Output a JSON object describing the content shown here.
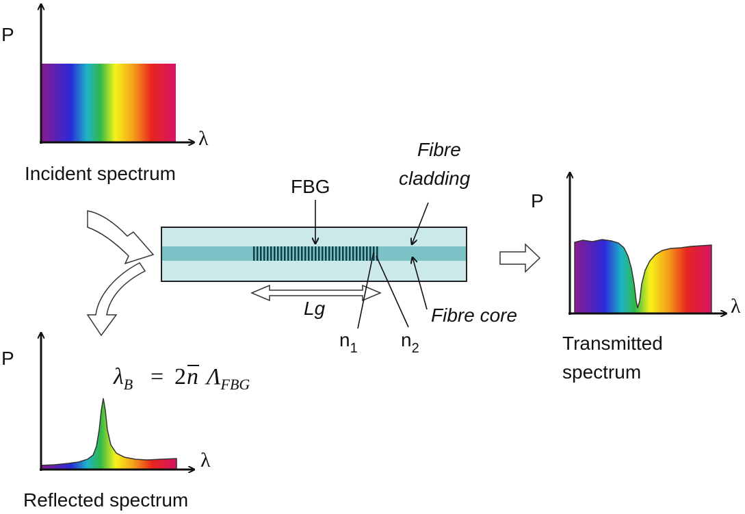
{
  "incident": {
    "caption": "Incident spectrum",
    "y_label": "P",
    "x_label": "λ"
  },
  "reflected": {
    "caption": "Reflected spectrum",
    "y_label": "P",
    "x_label": "λ"
  },
  "transmitted": {
    "caption_line1": "Transmitted",
    "caption_line2": "spectrum",
    "y_label": "P",
    "x_label": "λ"
  },
  "fibre": {
    "fbg_label": "FBG",
    "cladding_line1": "Fibre",
    "cladding_line2": "cladding",
    "core_label": "Fibre core",
    "length_label": "Lg",
    "n1_base": "n",
    "n1_sub": "1",
    "n2_base": "n",
    "n2_sub": "2"
  },
  "equation": {
    "lambda": "λ",
    "lambda_sub": "B",
    "equals": "=",
    "two": "2",
    "nbar": "n",
    "Lambda": "Λ",
    "Lambda_sub": "FBG"
  },
  "colors": {
    "cladding_fill": "#cbe8ea",
    "core_fill": "#7cc1c6",
    "spectrum": [
      "#8b1a8f",
      "#2a2ad8",
      "#1fb3c8",
      "#2fb84a",
      "#f5f21a",
      "#f5a21a",
      "#e8251e",
      "#d41466"
    ]
  }
}
